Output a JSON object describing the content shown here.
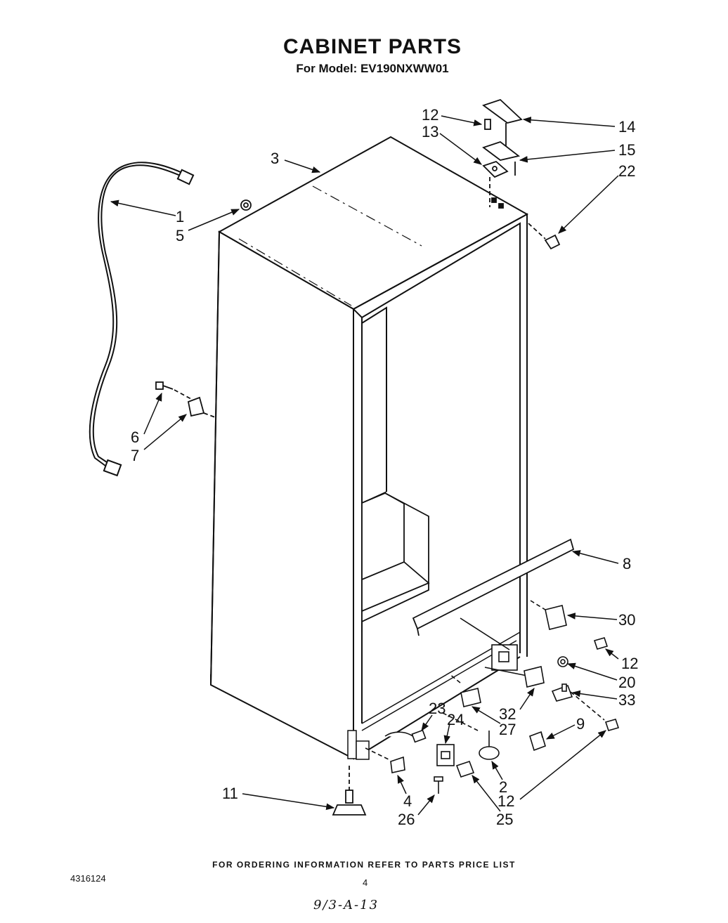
{
  "header": {
    "title": "CABINET PARTS",
    "subtitle": "For Model: EV190NXWW01"
  },
  "callouts": [
    {
      "id": "c1",
      "label": "1"
    },
    {
      "id": "c2",
      "label": "2"
    },
    {
      "id": "c3",
      "label": "3"
    },
    {
      "id": "c4",
      "label": "4"
    },
    {
      "id": "c5",
      "label": "5"
    },
    {
      "id": "c6",
      "label": "6"
    },
    {
      "id": "c7",
      "label": "7"
    },
    {
      "id": "c8",
      "label": "8"
    },
    {
      "id": "c9",
      "label": "9"
    },
    {
      "id": "c11",
      "label": "11"
    },
    {
      "id": "c12a",
      "label": "12"
    },
    {
      "id": "c12b",
      "label": "12"
    },
    {
      "id": "c12c",
      "label": "12"
    },
    {
      "id": "c13",
      "label": "13"
    },
    {
      "id": "c14",
      "label": "14"
    },
    {
      "id": "c15",
      "label": "15"
    },
    {
      "id": "c20",
      "label": "20"
    },
    {
      "id": "c22",
      "label": "22"
    },
    {
      "id": "c23",
      "label": "23"
    },
    {
      "id": "c24",
      "label": "24"
    },
    {
      "id": "c25",
      "label": "25"
    },
    {
      "id": "c26",
      "label": "26"
    },
    {
      "id": "c27",
      "label": "27"
    },
    {
      "id": "c30",
      "label": "30"
    },
    {
      "id": "c32",
      "label": "32"
    },
    {
      "id": "c33",
      "label": "33"
    }
  ],
  "footer": {
    "note": "FOR ORDERING INFORMATION REFER TO PARTS PRICE LIST",
    "doc_number": "4316124",
    "page_number": "4",
    "handwritten": "9/3-A-13"
  }
}
